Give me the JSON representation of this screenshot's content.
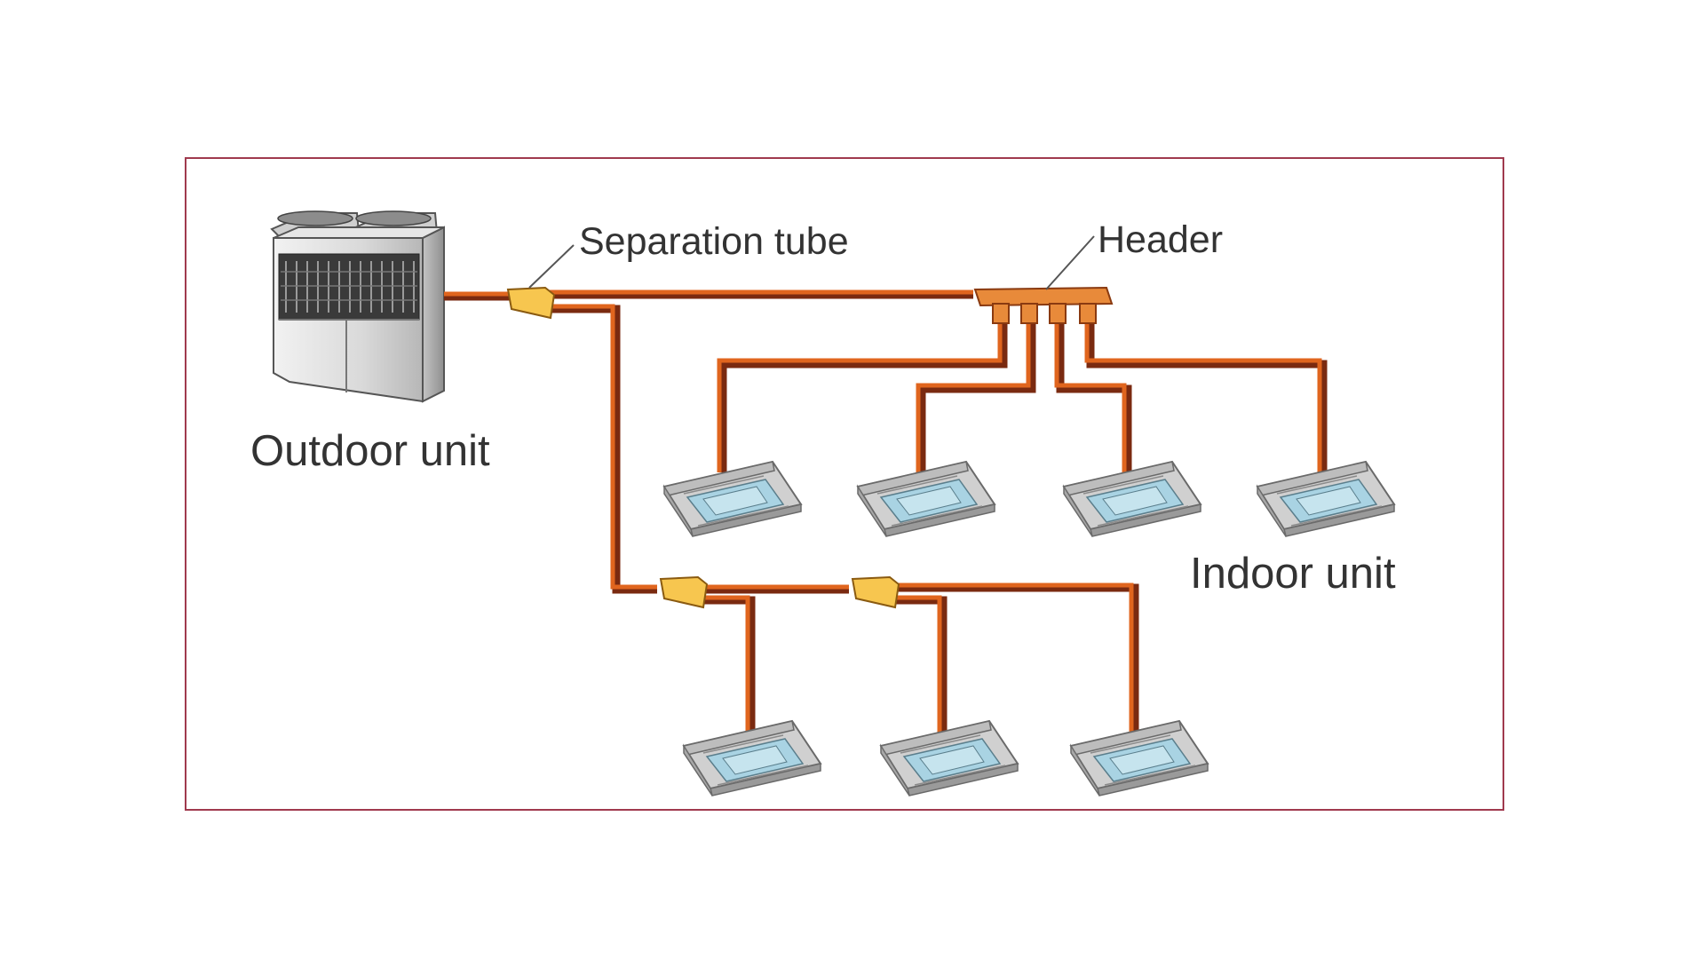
{
  "diagram": {
    "labels": {
      "separation_tube": "Separation tube",
      "header": "Header",
      "outdoor_unit": "Outdoor unit",
      "indoor_unit": "Indoor unit"
    },
    "colors": {
      "pipe_main": "#e0651e",
      "pipe_dark": "#7a2a10",
      "separation_tube": "#f7c64f",
      "header": "#e88a3a",
      "frame": "#a03a4e",
      "indoor_panel": "#a9d3e3"
    },
    "components": {
      "outdoor_units": 1,
      "separation_tubes": 3,
      "headers": 1,
      "indoor_units": 7
    }
  }
}
